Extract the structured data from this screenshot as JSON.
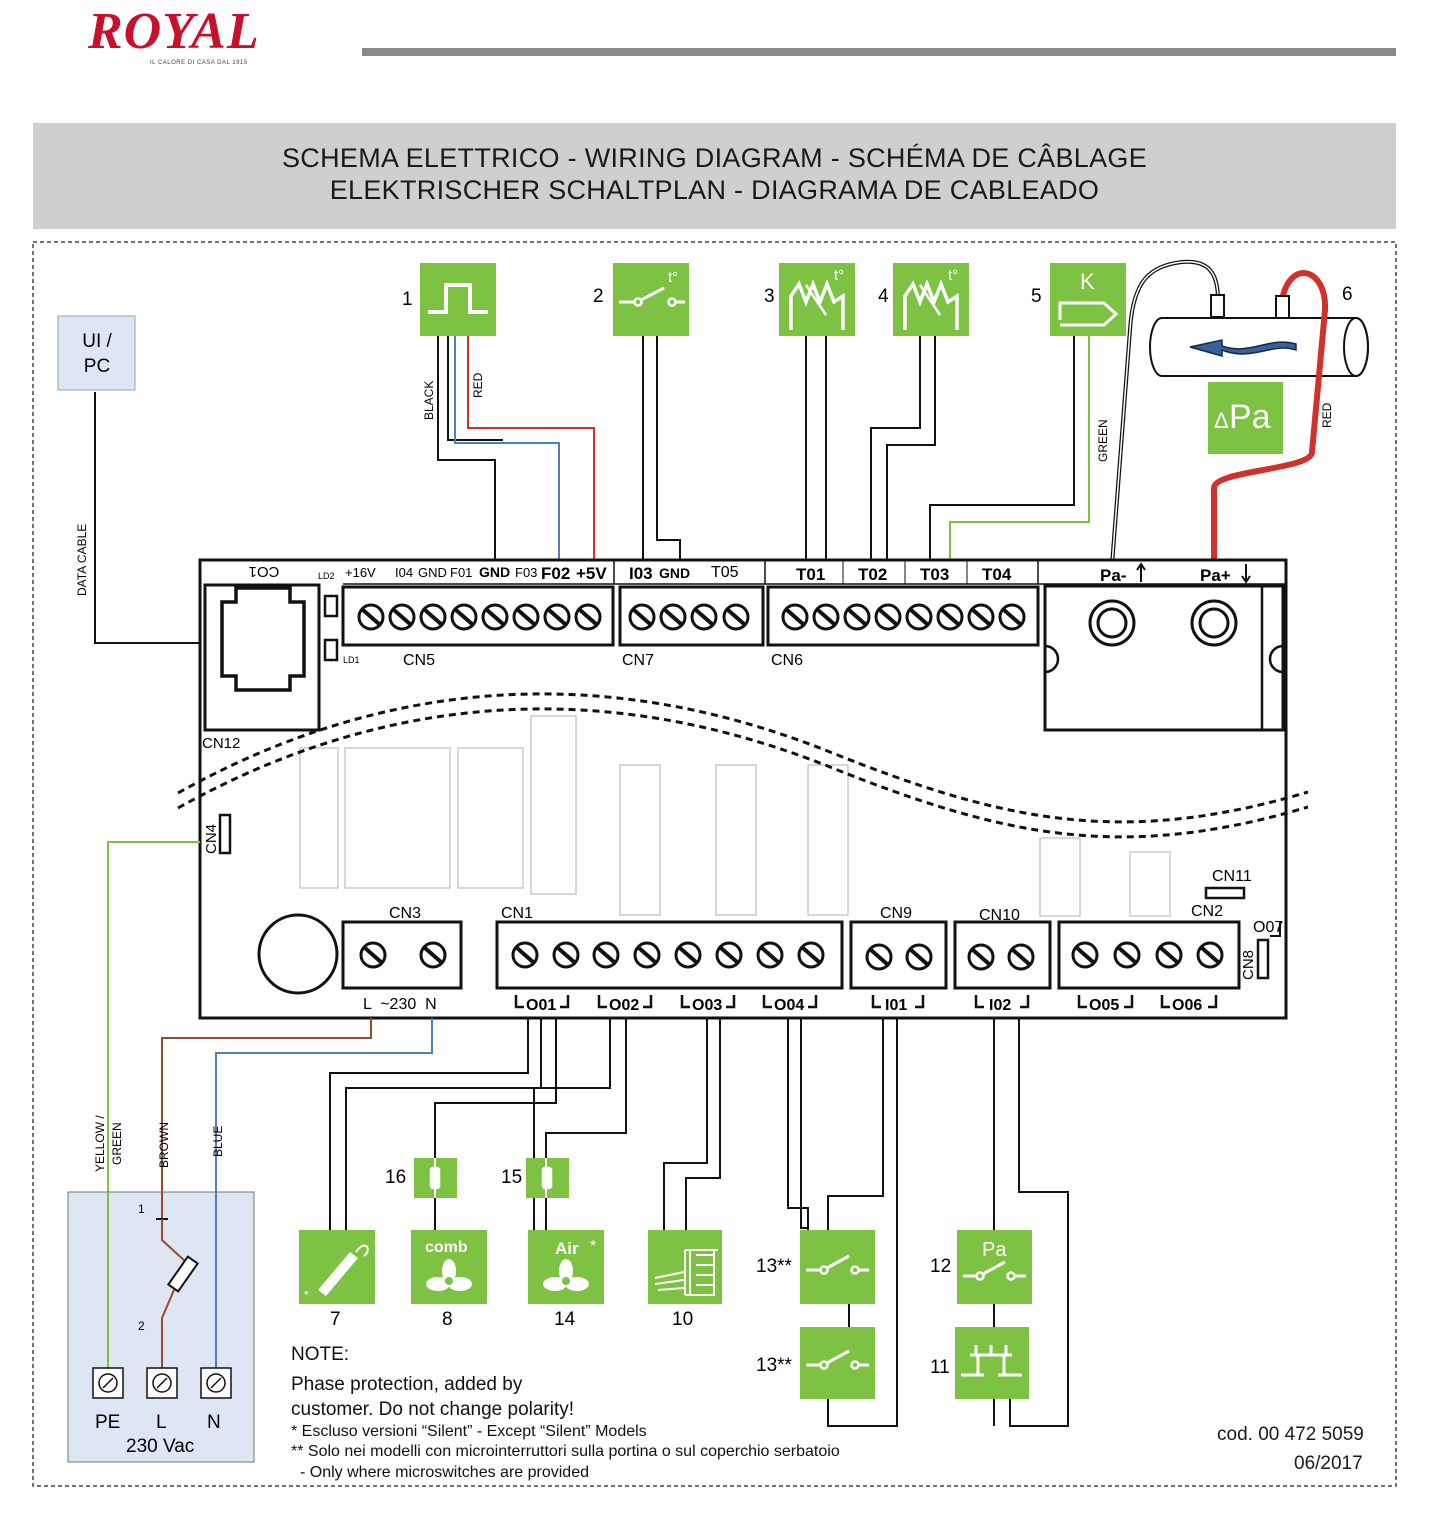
{
  "logo": {
    "brand": "ROYAL",
    "tagline": "IL CALORE DI CASA DAL 1915"
  },
  "title": {
    "line1": "SCHEMA ELETTRICO - WIRING DIAGRAM - SCHÉMA DE CÂBLAGE",
    "line2": "ELEKTRISCHER SCHALTPLAN - DIAGRAMA DE CABLEADO"
  },
  "ui_pc": {
    "label1": "UI /",
    "label2": "PC"
  },
  "data_cable": "DATA CABLE",
  "components_top": [
    {
      "num": "1",
      "symbol": "pulse-icon"
    },
    {
      "num": "2",
      "symbol": "thermostat-switch-icon",
      "sup": "t°"
    },
    {
      "num": "3",
      "symbol": "thermistor-icon",
      "sup": "t°"
    },
    {
      "num": "4",
      "symbol": "thermistor-icon",
      "sup": "t°"
    },
    {
      "num": "5",
      "symbol": "thermocouple-icon",
      "sup": "K"
    },
    {
      "num": "6",
      "symbol": "pressure-tube"
    }
  ],
  "wire_labels": {
    "black": "BLACK",
    "red": "RED",
    "green": "GREEN",
    "red2": "RED",
    "yellow_green1": "YELLOW /",
    "yellow_green2": "GREEN",
    "brown": "BROWN",
    "blue": "BLUE"
  },
  "delta_pa": {
    "delta": "Δ",
    "pa": "Pa"
  },
  "board": {
    "co1": "CO1",
    "ld2": "LD2",
    "ld1": "LD1",
    "cn5_pins": [
      "+16V",
      "I04",
      "GND",
      "F01",
      "GND",
      "F03",
      "F02",
      "+5V"
    ],
    "cn7_pins": [
      "I03",
      "GND",
      "T05"
    ],
    "cn6_pins": [
      "T01",
      "T02",
      "T03",
      "T04"
    ],
    "pa_minus": "Pa-",
    "pa_plus": "Pa+",
    "cn5": "CN5",
    "cn7": "CN7",
    "cn6": "CN6",
    "cn12": "CN12",
    "cn4": "CN4",
    "cn3": "CN3",
    "cn1": "CN1",
    "cn9": "CN9",
    "cn10": "CN10",
    "cn2": "CN2",
    "cn11": "CN11",
    "cn8": "CN8",
    "o07": "O07",
    "cn3_bottom": "L  ~230  N",
    "outputs": [
      "O01",
      "O02",
      "O03",
      "O04",
      "I01",
      "I02",
      "O05",
      "O06"
    ]
  },
  "components_bottom": [
    {
      "num": "7",
      "symbol": "igniter-icon"
    },
    {
      "num": "8",
      "symbol": "fan-icon",
      "label": "comb"
    },
    {
      "num": "14",
      "symbol": "fan-icon",
      "label": "Air",
      "star": "*"
    },
    {
      "num": "10",
      "symbol": "auger-motor-icon"
    },
    {
      "num": "13**",
      "symbol": "switch-icon"
    },
    {
      "num": "13**",
      "symbol": "switch-icon"
    },
    {
      "num": "12",
      "symbol": "pressure-switch-icon",
      "label": "Pa"
    },
    {
      "num": "11",
      "symbol": "thermal-cutout-icon"
    }
  ],
  "fuses": [
    {
      "num": "16"
    },
    {
      "num": "15"
    }
  ],
  "power": {
    "pe": "PE",
    "l": "L",
    "n": "N",
    "voltage": "230 Vac",
    "pin1": "1",
    "pin2": "2"
  },
  "note": {
    "title": "NOTE:",
    "line1": "Phase protection, added by",
    "line2": "customer. Do not change polarity!",
    "line3": "* Escluso versioni “Silent” - Except “Silent” Models",
    "line4": "** Solo nei modelli con microinterruttori sulla portina o sul coperchio serbatoio",
    "line5": "- Only where microswitches are provided"
  },
  "code": {
    "cod": "cod. 00 472 5059",
    "date": "06/2017"
  },
  "colors": {
    "green": "#7dc242",
    "red": "#d0312d",
    "blue": "#4f7fc1",
    "brown": "#9b4a2c",
    "lightblue": "#dde6f2",
    "grey": "#cfcfcf"
  }
}
